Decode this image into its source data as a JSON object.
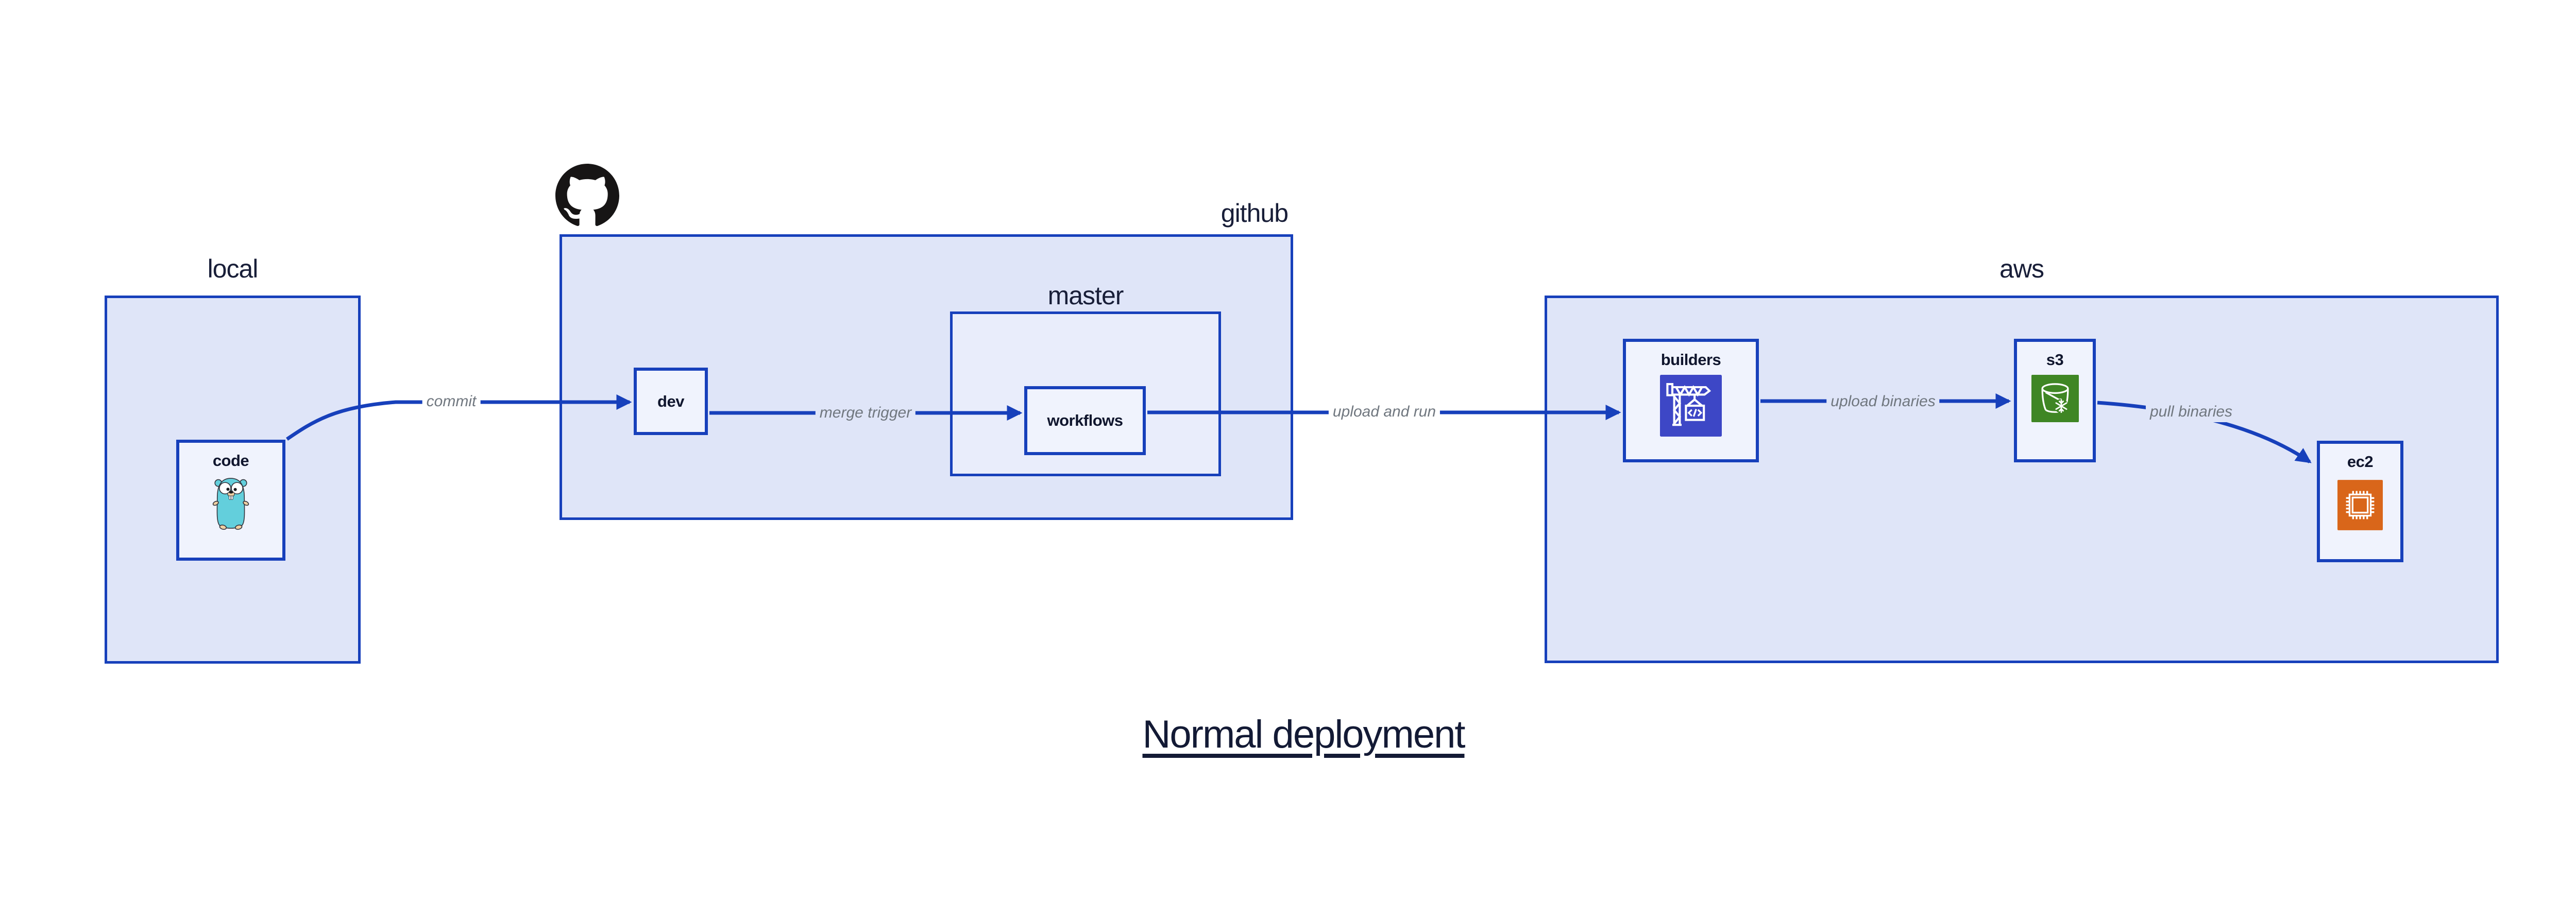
{
  "title": {
    "text": "Normal deployment"
  },
  "groups": {
    "local": {
      "label": "local"
    },
    "github": {
      "label": "github"
    },
    "master": {
      "label": "master"
    },
    "aws": {
      "label": "aws"
    }
  },
  "nodes": {
    "code": {
      "label": "code",
      "icon": "go-gopher-icon"
    },
    "dev": {
      "label": "dev"
    },
    "workflows": {
      "label": "workflows"
    },
    "builders": {
      "label": "builders",
      "icon": "aws-codebuild-crane-icon"
    },
    "s3": {
      "label": "s3",
      "icon": "aws-s3-bucket-icon"
    },
    "ec2": {
      "label": "ec2",
      "icon": "aws-ec2-chip-icon"
    }
  },
  "edges": {
    "commit": {
      "label": "commit"
    },
    "merge_trigger": {
      "label": "merge trigger"
    },
    "upload_and_run": {
      "label": "upload and run"
    },
    "upload_binaries": {
      "label": "upload binaries"
    },
    "pull_binaries": {
      "label": "pull binaries"
    }
  },
  "logos": {
    "github_mark": "github-octocat-logo"
  },
  "colors": {
    "container_fill": "#dfe5f8",
    "master_fill": "#e9edfb",
    "node_fill": "#f0f3fd",
    "line_blue": "#1740bb",
    "edge_label_gray": "#70777f",
    "heading_navy": "#181e38",
    "codebuild_indigo": "#3d47c6",
    "s3_green": "#3f8624",
    "ec2_orange": "#d9661a",
    "gopher_teal": "#63cfdc",
    "octocat_black": "#171515"
  }
}
